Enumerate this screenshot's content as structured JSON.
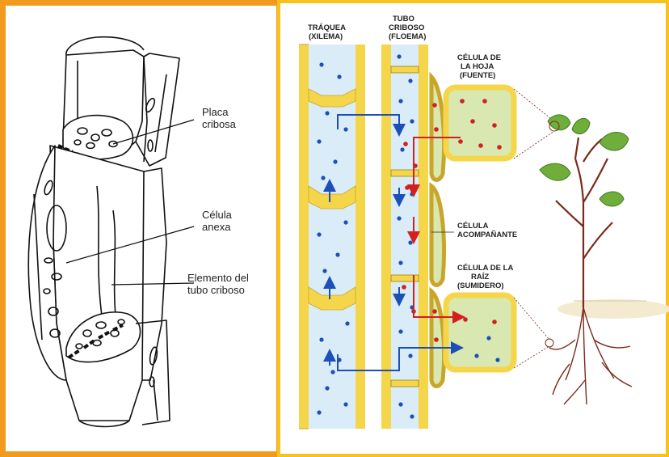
{
  "left_labels": {
    "placa_1": "Placa",
    "placa_2": "cribosa",
    "celula_1": "Célula",
    "celula_2": "anexa",
    "elemento_1": "Elemento del",
    "elemento_2": "tubo criboso"
  },
  "right_labels": {
    "traquea_1": "TRÁQUEA",
    "traquea_2": "(XILEMA)",
    "tubo_1": "TUBO",
    "tubo_2": "CRIBOSO",
    "tubo_3": "(FLOEMA)",
    "hoja_1": "CÉLULA DE",
    "hoja_2": "LA HOJA",
    "hoja_3": "(FUENTE)",
    "acomp_1": "CÉLULA",
    "acomp_2": "ACOMPAÑANTE",
    "raiz_1": "CÉLULA DE LA",
    "raiz_2": "RAÍZ",
    "raiz_3": "(SUMIDERO)"
  },
  "colors": {
    "left_border": "#f29a1d",
    "right_border": "#f7c21e",
    "wall_yellow": "#f5d64a",
    "lumen_blue": "#d9ecf7",
    "cell_green": "#d9e8b0",
    "water_blue": "#1d4fb8",
    "sugar_red": "#d21f1f",
    "leaf_green": "#6fae3a",
    "stem_brown": "#7a2a1a"
  }
}
